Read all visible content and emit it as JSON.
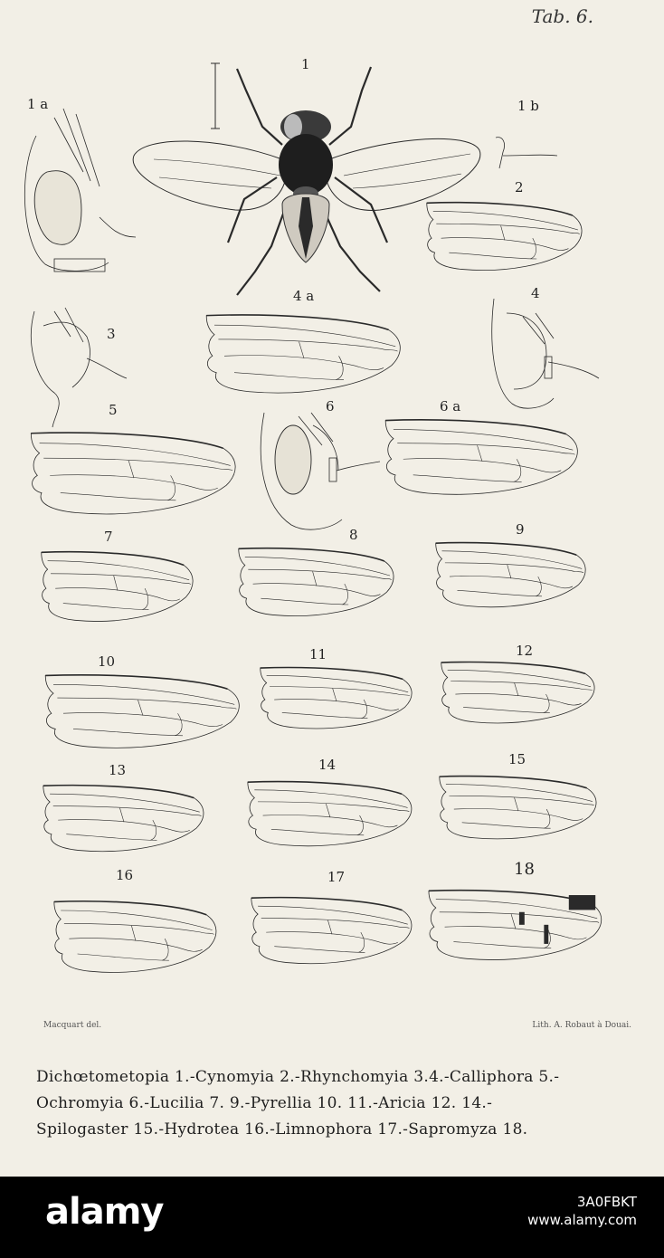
{
  "plate": {
    "tab_label": "Tab. 6.",
    "figure_labels": [
      "1",
      "1 a",
      "1 b",
      "2",
      "3",
      "4",
      "4 a",
      "5",
      "6",
      "6 a",
      "7",
      "8",
      "9",
      "10",
      "11",
      "12",
      "13",
      "14",
      "15",
      "16",
      "17",
      "18"
    ],
    "credit_left": "Macquart del.",
    "credit_right": "Lith. A. Robaut à Douai.",
    "caption_lines": [
      "Dichœtometopia 1.-Cynomyia 2.-Rhynchomyia 3.4.-Calliphora 5.-",
      "Ochromyia 6.-Lucilia 7. 9.-Pyrellia 10. 11.-Aricia 12. 14.-",
      "Spilogaster 15.-Hydrotea 16.-Limnophora 17.-Sapromyza 18."
    ],
    "ink_color": "#2a2a2a",
    "paper_color": "#f2efe6"
  },
  "stock_bar": {
    "logo": "alamy",
    "image_id": "3A0FBKT",
    "site": "www.alamy.com"
  }
}
